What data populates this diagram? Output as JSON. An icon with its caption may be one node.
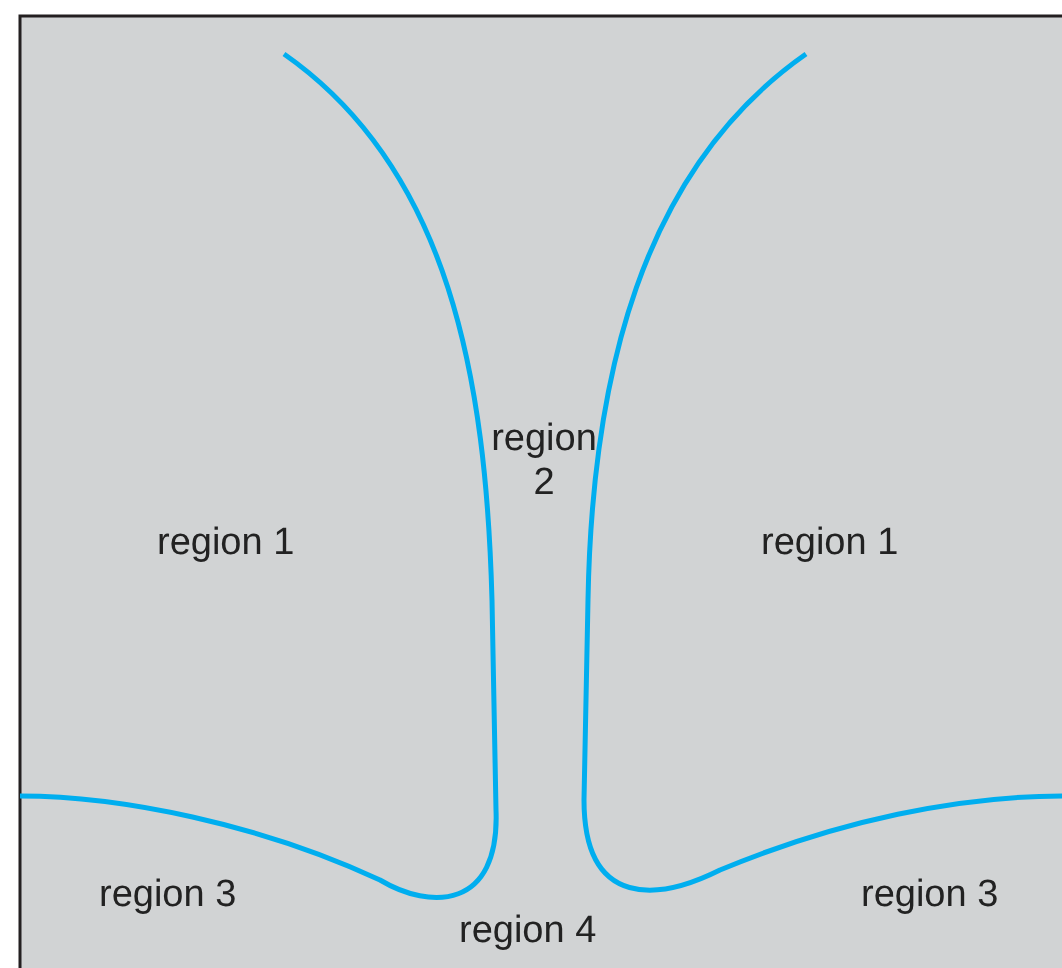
{
  "diagram": {
    "labels": [
      "region 1",
      "region 2",
      "region 1",
      "region 3",
      "region 4",
      "region 3"
    ]
  }
}
